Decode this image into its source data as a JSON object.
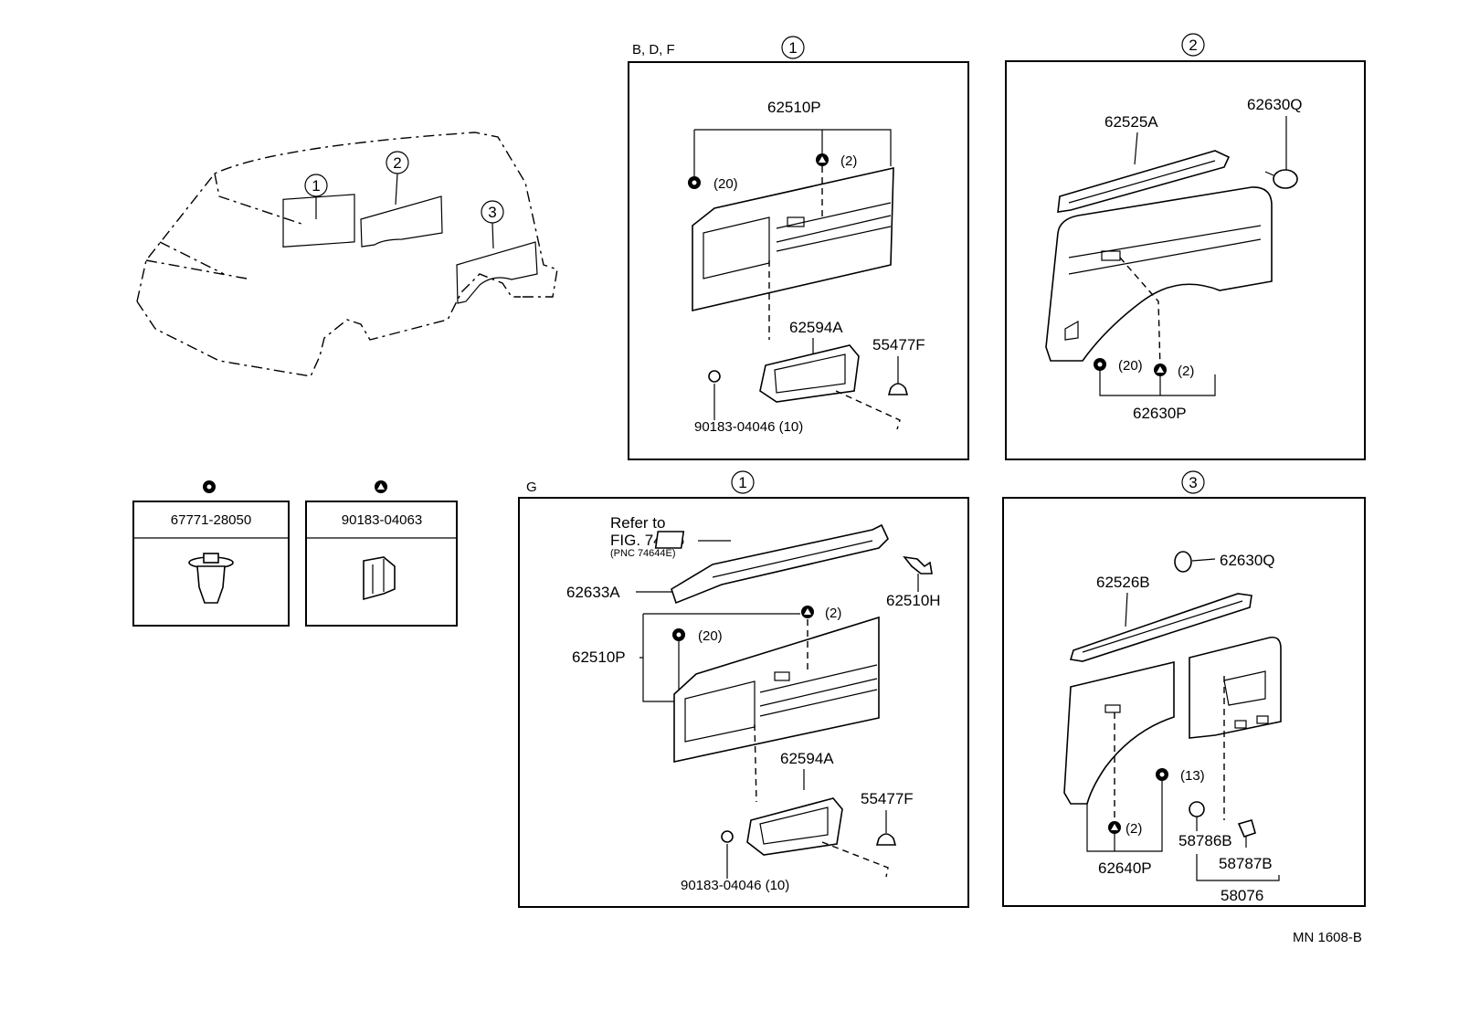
{
  "variants": {
    "bdf": "B, D, F",
    "g": "G"
  },
  "callouts": {
    "c1": "1",
    "c2": "2",
    "c3": "3"
  },
  "legend": {
    "clip_a": {
      "symbol": "circle-clip-icon",
      "part_no": "67771-28050"
    },
    "clip_b": {
      "symbol": "triangle-clip-icon",
      "part_no": "90183-04063"
    }
  },
  "panel_bdf_1": {
    "parts": {
      "trim_panel": "62510P",
      "clip_count_20": "(20)",
      "clip_count_2": "(2)",
      "pocket": "62594A",
      "cap": "55477F",
      "screw": "90183-04046 (10)"
    }
  },
  "panel_2": {
    "parts": {
      "garnish": "62525A",
      "clip_q": "62630Q",
      "clip_count_20": "(20)",
      "clip_count_2": "(2)",
      "trim_panel": "62630P"
    }
  },
  "panel_g_1": {
    "refer": {
      "line1": "Refer to",
      "line2": "FIG. 74-55",
      "line3": "(PNC 74644E)"
    },
    "parts": {
      "garnish": "62633A",
      "clip_h": "62510H",
      "clip_count_2": "(2)",
      "clip_count_20": "(20)",
      "trim_panel": "62510P",
      "pocket": "62594A",
      "cap": "55477F",
      "screw": "90183-04046 (10)"
    }
  },
  "panel_3": {
    "parts": {
      "clip_q": "62630Q",
      "garnish": "62526B",
      "clip_count_13": "(13)",
      "clip_count_2": "(2)",
      "trim_panel": "62640P",
      "hook_b": "58786B",
      "hook_c": "58787B",
      "hook_set": "58076"
    }
  },
  "figure_id": "MN 1608-B"
}
